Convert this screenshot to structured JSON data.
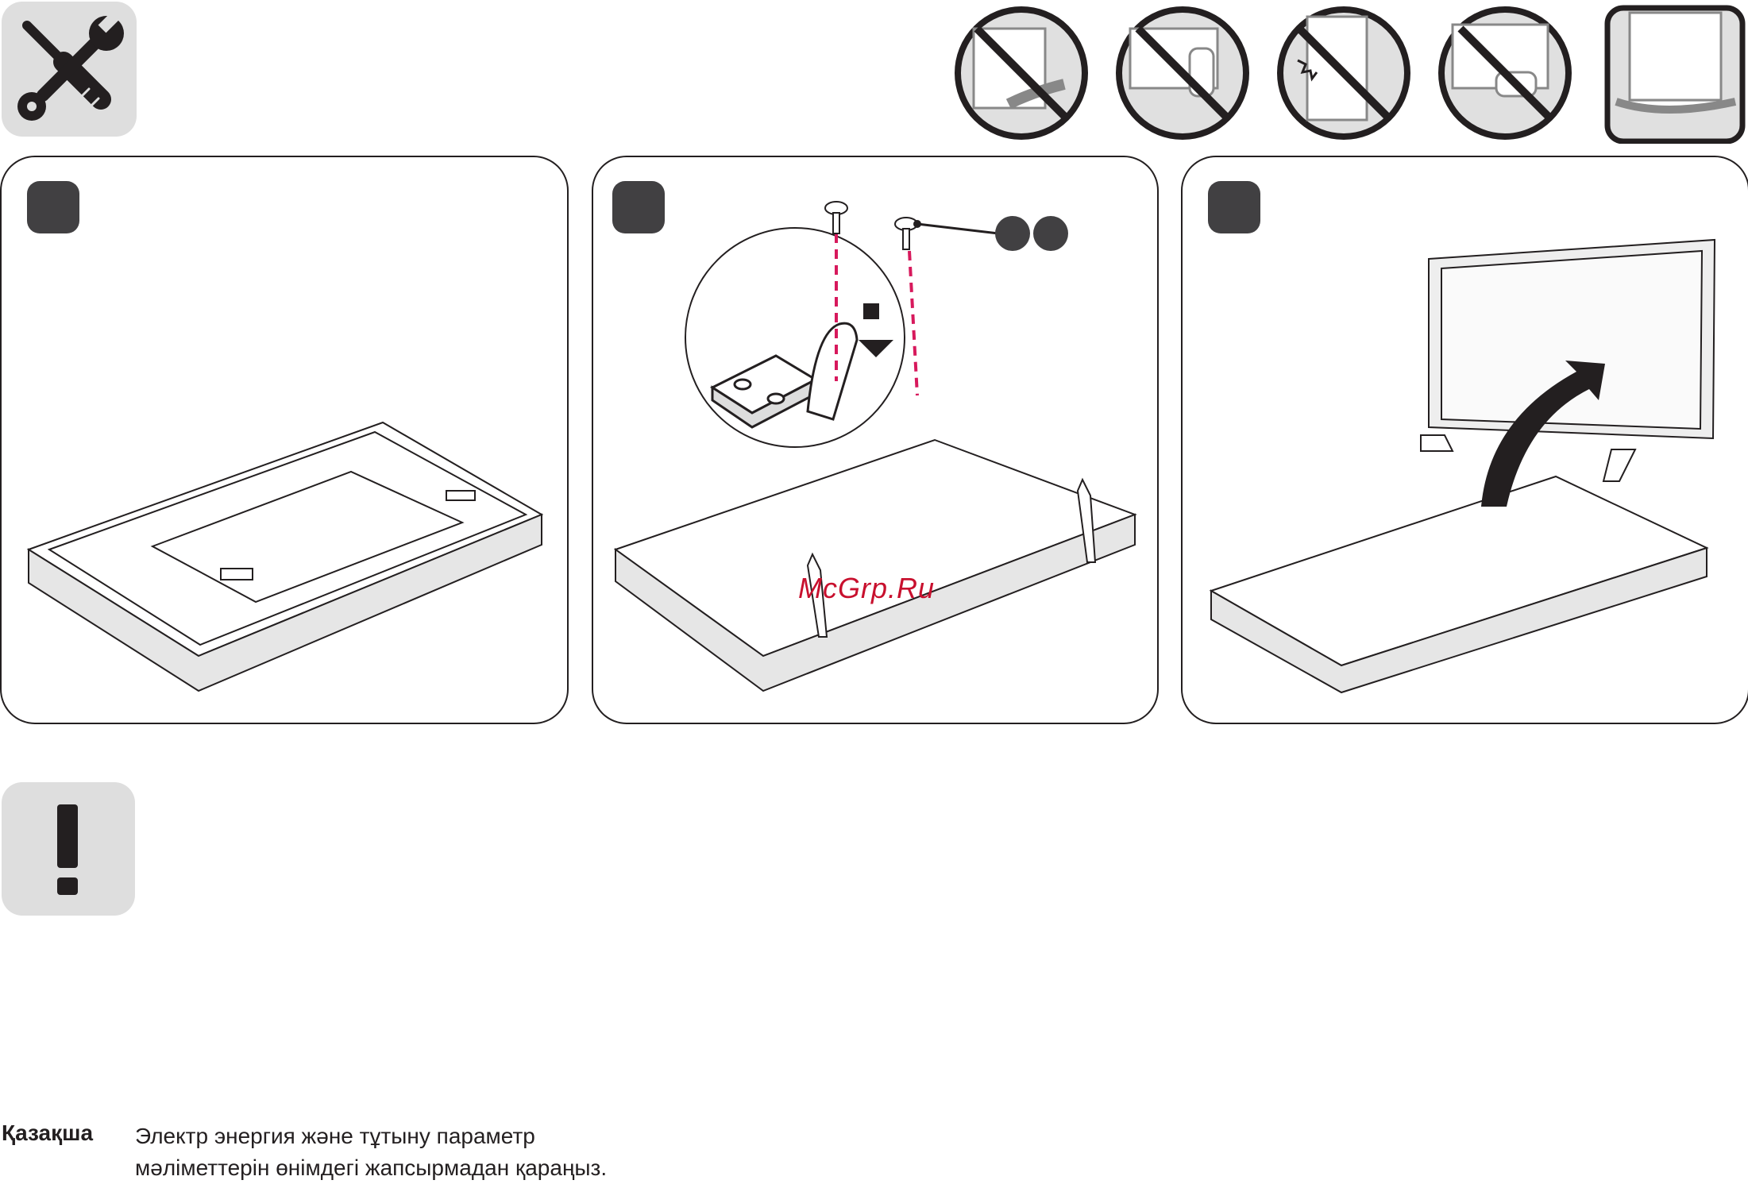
{
  "colors": {
    "dark": "#231f20",
    "step_fill": "#414042",
    "icon_bg": "#dedede",
    "screw_line": "#d7195c",
    "watermark": "#c8102e",
    "tv_bottom": "#e6e6e6"
  },
  "icons": {
    "tools": "screwdriver-wrench-icon",
    "caution": "exclamation-icon"
  },
  "handling_icons": [
    "no-grip-panel-edge-icon",
    "no-grip-panel-side-icon",
    "no-press-screen-icon",
    "no-grip-top-corner-icon",
    "correct-support-bottom-icon"
  ],
  "steps": [
    {
      "illustration": "tv-face-down-back-view"
    },
    {
      "illustration": "attach-stands-with-screws"
    },
    {
      "illustration": "lift-tv-upright"
    }
  ],
  "watermark": "McGrp.Ru",
  "footer": {
    "language": "Қазақша",
    "text_line1": "Электр энергия және тұтыну параметр",
    "text_line2": "мәліметтерін өнімдегі жапсырмадан қараңыз."
  }
}
